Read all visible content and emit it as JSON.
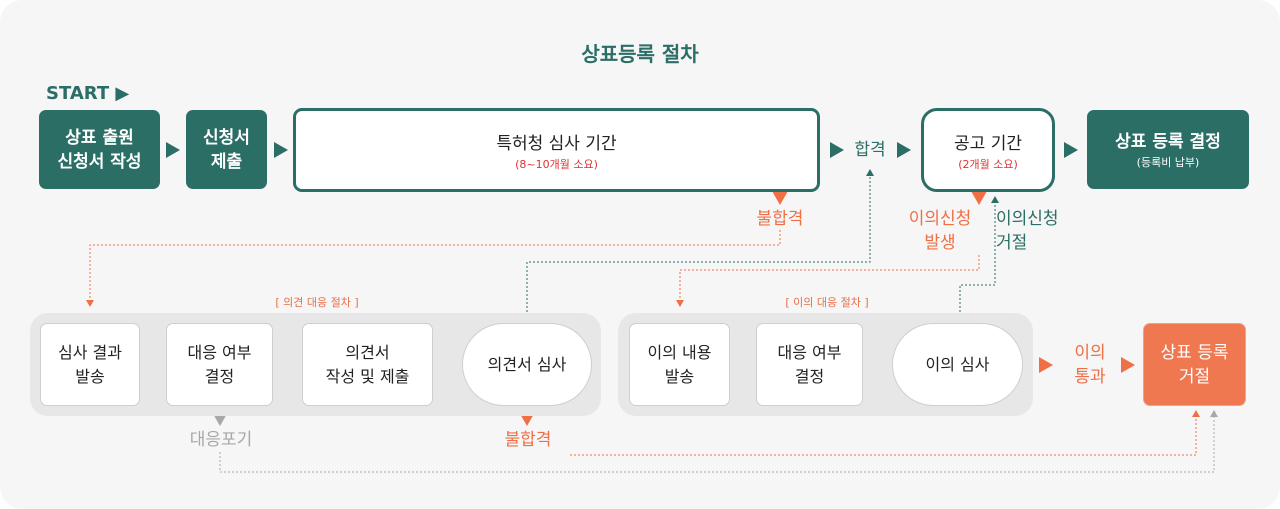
{
  "title": "상표등록 절차",
  "start_label": "START ▶",
  "top_row": {
    "application": "상표 출원\n신청서 작성",
    "submit": "신청서\n제출",
    "exam": "특허청 심사 기간",
    "exam_sub": "(8~10개월 소요)",
    "pass": "합격",
    "publication": "공고 기간",
    "publication_sub": "(2개월 소요)",
    "decision": "상표 등록 결정",
    "decision_sub": "(등록비 납부)"
  },
  "labels": {
    "fail_top": "불합격",
    "opposition_filed": "이의신청\n발생",
    "opposition_rejected": "이의신청\n거절",
    "give_up": "대응포기",
    "fail_bottom": "불합격",
    "opposition_pass": "이의\n통과"
  },
  "opinion_procedure": {
    "caption": "[ 의견 대응 절차 ]",
    "step1": "심사 결과\n발송",
    "step2": "대응 여부\n결정",
    "step3": "의견서\n작성 및 제출",
    "step4": "의견서 심사"
  },
  "opposition_procedure": {
    "caption": "[ 이의 대응 절차 ]",
    "step1": "이의 내용\n발송",
    "step2": "대응 여부\n결정",
    "step3": "이의 심사"
  },
  "rejection": "상표 등록\n거절",
  "colors": {
    "green": "#2a6e66",
    "orange": "#f07850",
    "gray": "#a8a8a8"
  }
}
